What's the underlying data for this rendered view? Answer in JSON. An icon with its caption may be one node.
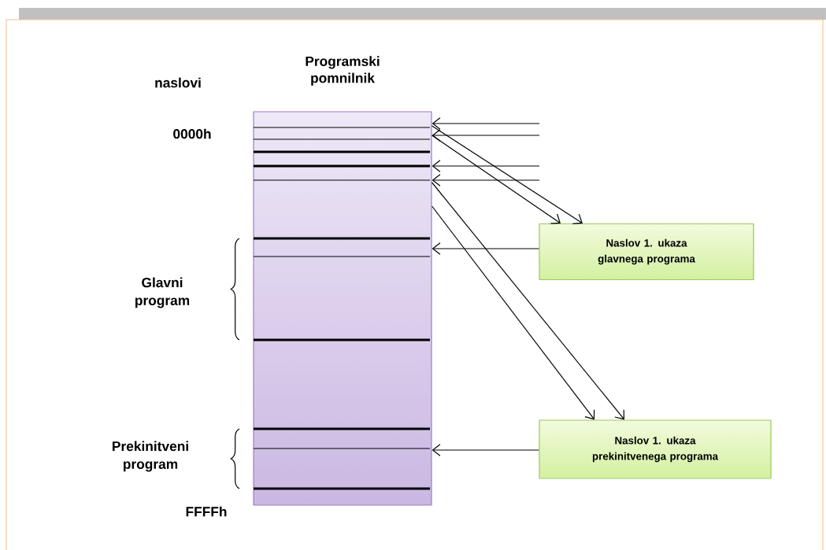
{
  "diagram": {
    "nodes": [
      {
        "text": [
          "Programski pomnilnik"
        ]
      },
      {
        "text": [
          "Naslov 1. ukaza glavnega programa"
        ]
      },
      {
        "text": [
          "Naslov 1. ukaza prekinitvenega programa"
        ]
      }
    ],
    "edges": [
      {
        "from": null,
        "to": 0,
        "arrow": "to"
      },
      {
        "from": null,
        "to": 0,
        "arrow": "to"
      },
      {
        "from": null,
        "to": 0,
        "arrow": "to"
      },
      {
        "from": null,
        "to": 0,
        "arrow": "to"
      },
      {
        "from": 0,
        "to": 1,
        "arrow": "to"
      },
      {
        "from": 0,
        "to": 1,
        "arrow": "to"
      },
      {
        "from": 1,
        "to": 0,
        "arrow": "to"
      },
      {
        "from": 0,
        "to": 2,
        "arrow": "to"
      },
      {
        "from": 0,
        "to": 2,
        "arrow": "to"
      },
      {
        "from": 2,
        "to": 0,
        "arrow": "to"
      }
    ],
    "labels": [
      "naslovi",
      "0000h",
      "Glavni program",
      "Prekinitveni program",
      "FFFFh"
    ]
  }
}
